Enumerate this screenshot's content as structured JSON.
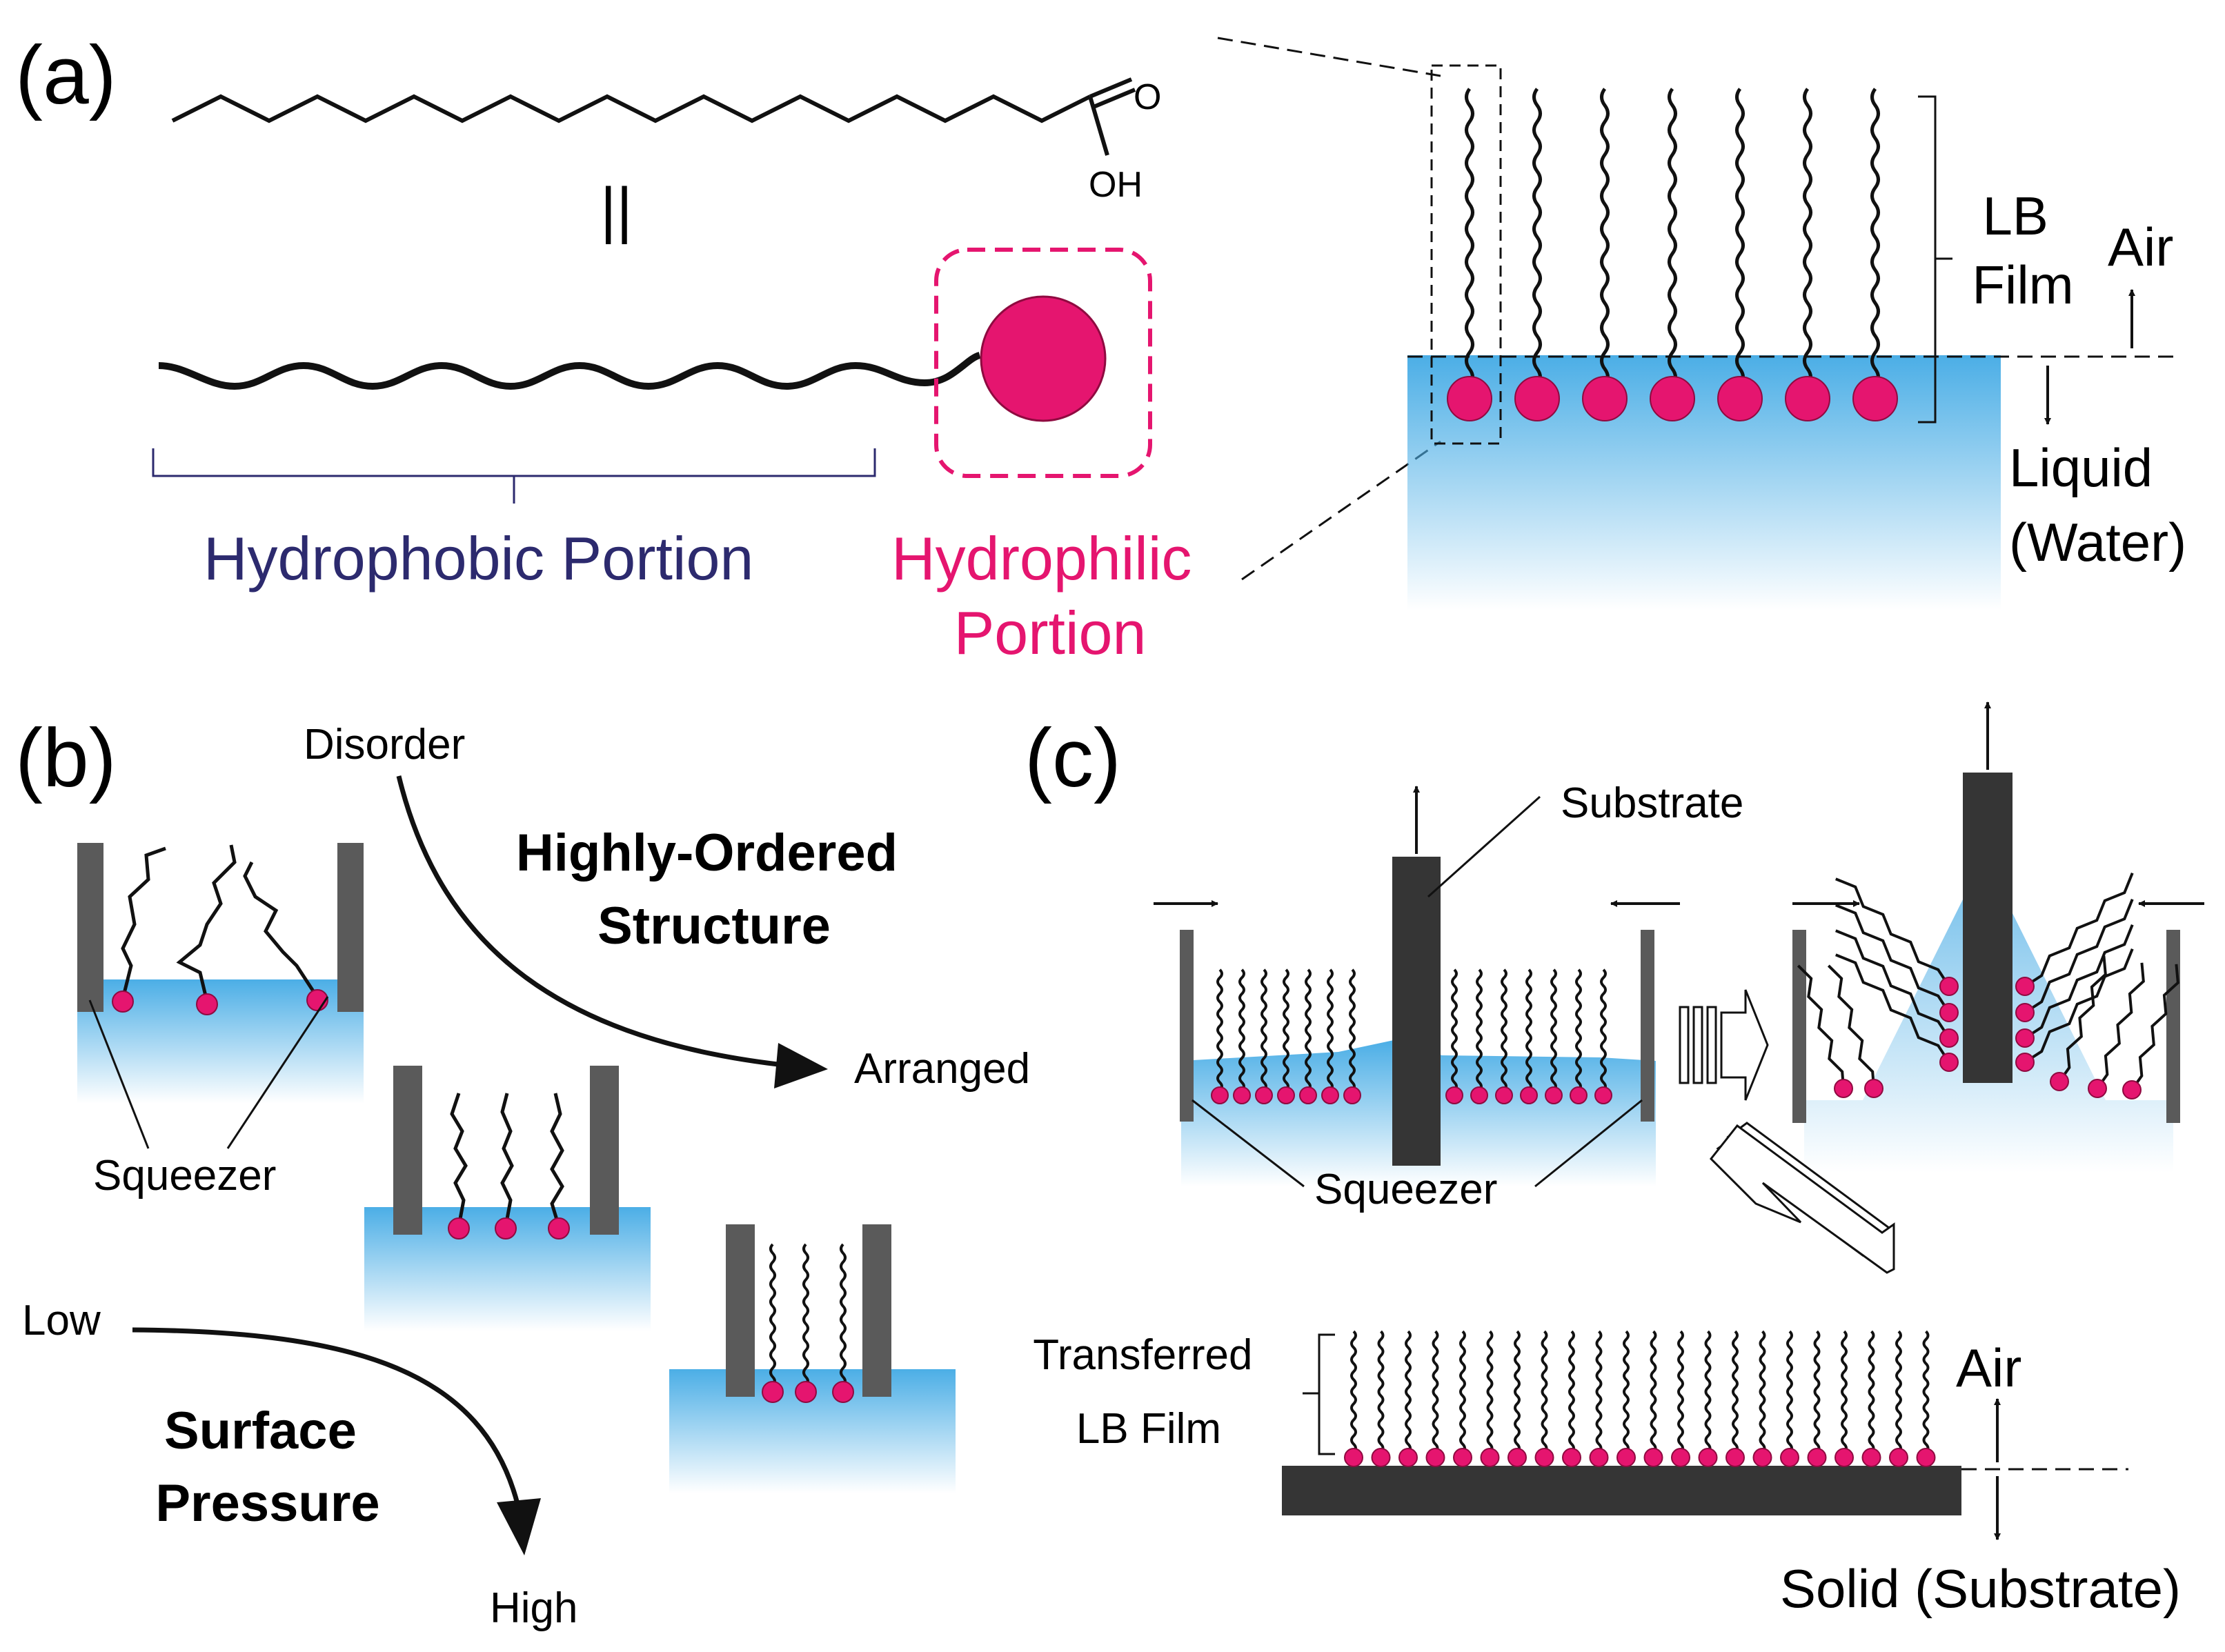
{
  "colors": {
    "magenta": "#E5156F",
    "navy": "#2C2A6E",
    "water": "#4BAEE6",
    "wall": "#5A5A5A",
    "substrate": "#353535",
    "line": "#111111"
  },
  "panel_a": {
    "label": "(a)",
    "equals_sign": "||",
    "carbonyl_o": "O",
    "hydroxyl": "OH",
    "hydrophobic": "Hydrophobic Portion",
    "hydrophilic_line1": "Hydrophilic",
    "hydrophilic_line2": "Portion",
    "lb_line1": "LB",
    "lb_line2": "Film",
    "air": "Air",
    "liquid_line1": "Liquid",
    "liquid_line2": "(Water)"
  },
  "panel_b": {
    "label": "(b)",
    "disorder": "Disorder",
    "arranged": "Arranged",
    "structure_line1": "Highly-Ordered",
    "structure_line2": "Structure",
    "squeezer": "Squeezer",
    "low": "Low",
    "high": "High",
    "pressure_line1": "Surface",
    "pressure_line2": "Pressure"
  },
  "panel_c": {
    "label": "(c)",
    "substrate": "Substrate",
    "squeezer": "Squeezer",
    "transferred_line1": "Transferred",
    "transferred_line2": "LB Film",
    "air": "Air",
    "solid": "Solid (Substrate)"
  }
}
